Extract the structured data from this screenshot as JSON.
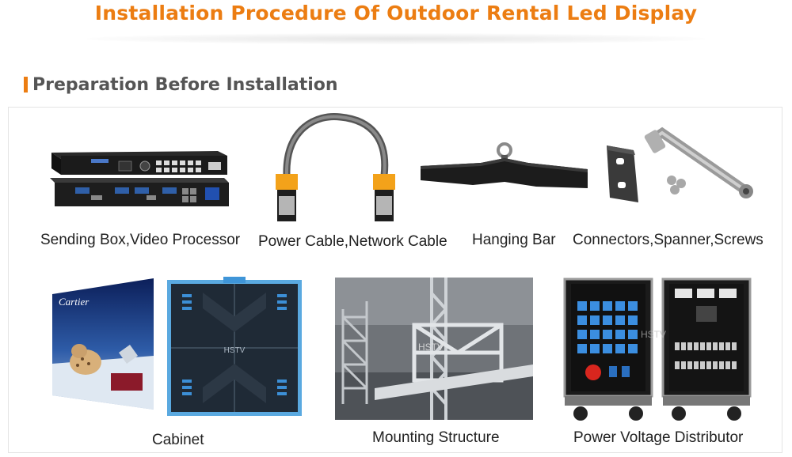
{
  "page": {
    "title": "Installation Procedure Of Outdoor Rental Led Display"
  },
  "section": {
    "title": "Preparation Before Installation"
  },
  "items": [
    {
      "caption": "Sending Box,Video Processor"
    },
    {
      "caption": "Power Cable,Network Cable"
    },
    {
      "caption": "Hanging Bar"
    },
    {
      "caption": "Connectors,Spanner,Screws"
    },
    {
      "caption": "Cabinet"
    },
    {
      "caption": "Mounting Structure"
    },
    {
      "caption": "Power Voltage Distributor"
    }
  ],
  "photo_text": {
    "cartier": "Cartier",
    "hstv": "HSTV"
  },
  "colors": {
    "accent": "#ec7d12",
    "heading": "#555555"
  }
}
